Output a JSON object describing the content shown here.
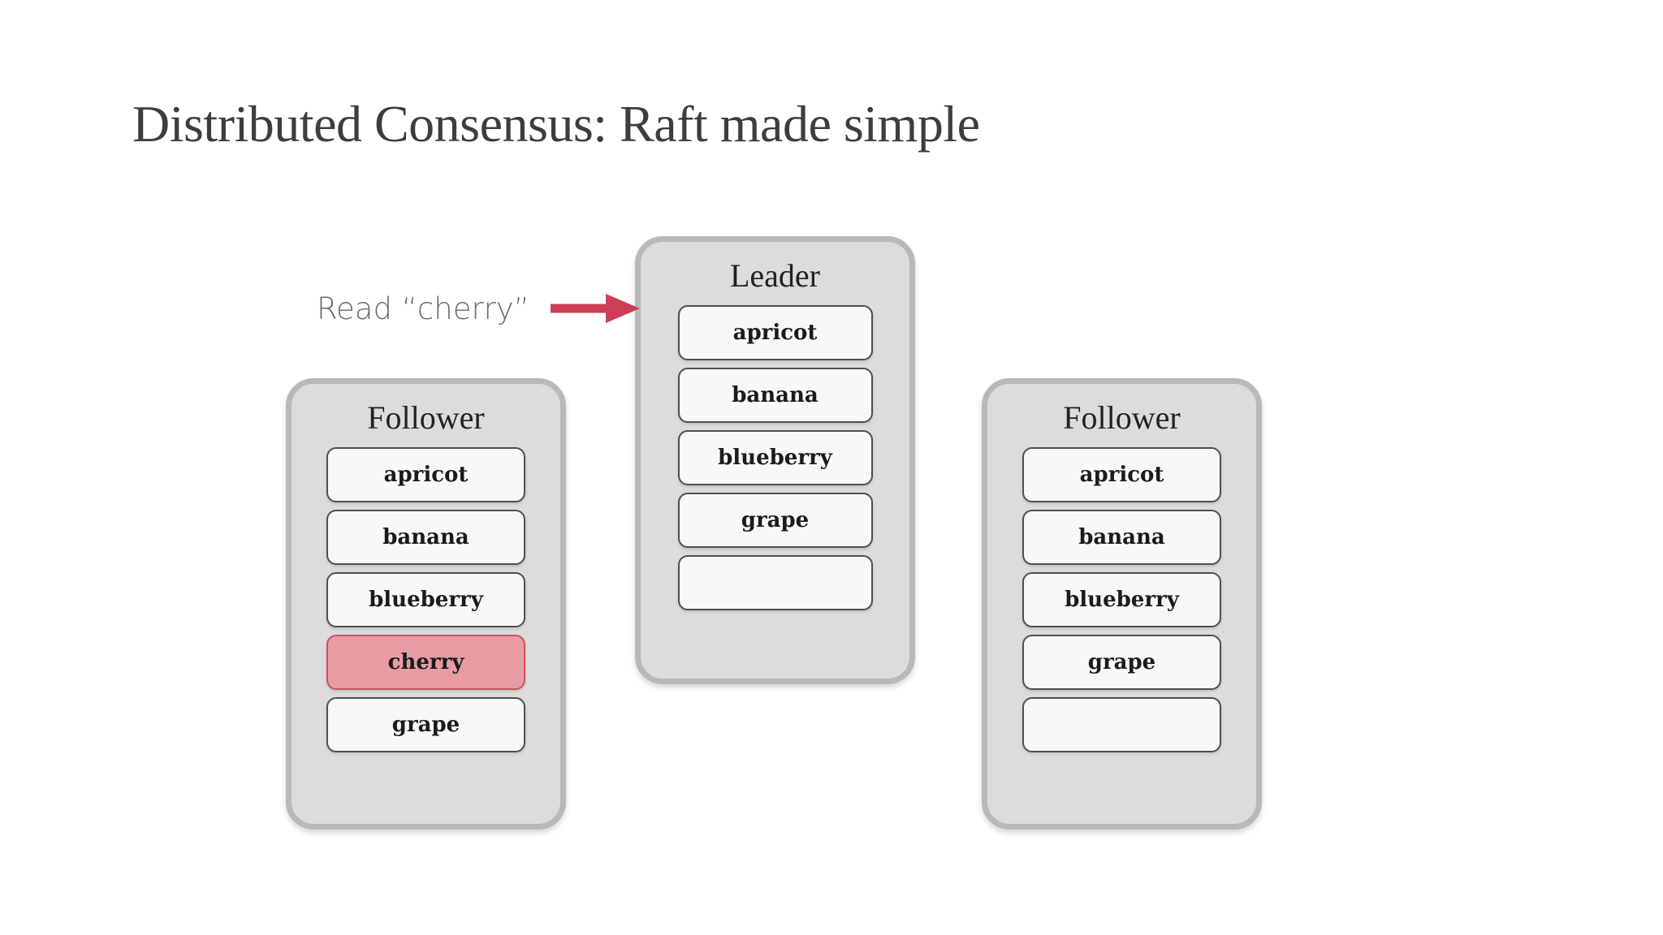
{
  "slide": {
    "title": "Distributed Consensus: Raft made simple",
    "background_color": "#ffffff",
    "title_color": "#3d3d3d"
  },
  "annotation": {
    "label": "Read “cherry”",
    "arrow_icon": "arrow-right-icon",
    "arrow_color": "#cc3f55",
    "label_color": "#6b6b6b",
    "points_to": "Leader"
  },
  "colors": {
    "node_fill": "#dcdcdc",
    "node_border": "#b9b9b9",
    "entry_fill": "#f8f8f8",
    "entry_border": "#4f4f4f",
    "highlight_fill": "#e89ba3",
    "highlight_border": "#c8545f",
    "entry_text": "#1b1b1b",
    "node_title_text": "#222222"
  },
  "nodes": [
    {
      "id": "follower-left",
      "role": "Follower",
      "entries": [
        {
          "label": "apricot",
          "highlighted": false,
          "empty": false
        },
        {
          "label": "banana",
          "highlighted": false,
          "empty": false
        },
        {
          "label": "blueberry",
          "highlighted": false,
          "empty": false
        },
        {
          "label": "cherry",
          "highlighted": true,
          "empty": false
        },
        {
          "label": "grape",
          "highlighted": false,
          "empty": false
        }
      ]
    },
    {
      "id": "leader",
      "role": "Leader",
      "entries": [
        {
          "label": "apricot",
          "highlighted": false,
          "empty": false
        },
        {
          "label": "banana",
          "highlighted": false,
          "empty": false
        },
        {
          "label": "blueberry",
          "highlighted": false,
          "empty": false
        },
        {
          "label": "grape",
          "highlighted": false,
          "empty": false
        },
        {
          "label": "",
          "highlighted": false,
          "empty": true
        }
      ]
    },
    {
      "id": "follower-right",
      "role": "Follower",
      "entries": [
        {
          "label": "apricot",
          "highlighted": false,
          "empty": false
        },
        {
          "label": "banana",
          "highlighted": false,
          "empty": false
        },
        {
          "label": "blueberry",
          "highlighted": false,
          "empty": false
        },
        {
          "label": "grape",
          "highlighted": false,
          "empty": false
        },
        {
          "label": "",
          "highlighted": false,
          "empty": true
        }
      ]
    }
  ]
}
